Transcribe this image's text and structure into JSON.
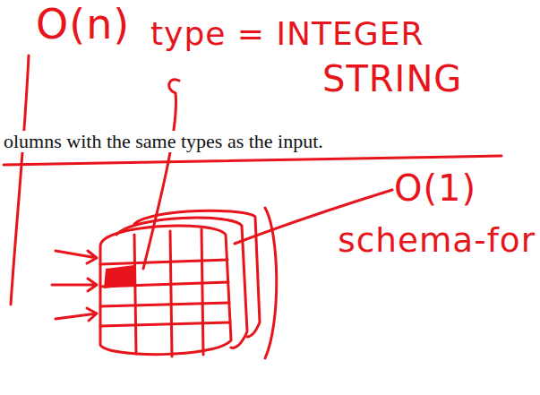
{
  "diagram": {
    "labels": [
      "O(n)",
      "type = INTEGER",
      "STRING",
      "olumns with the same types as the input.",
      "O(1)",
      "schema-for"
    ]
  }
}
